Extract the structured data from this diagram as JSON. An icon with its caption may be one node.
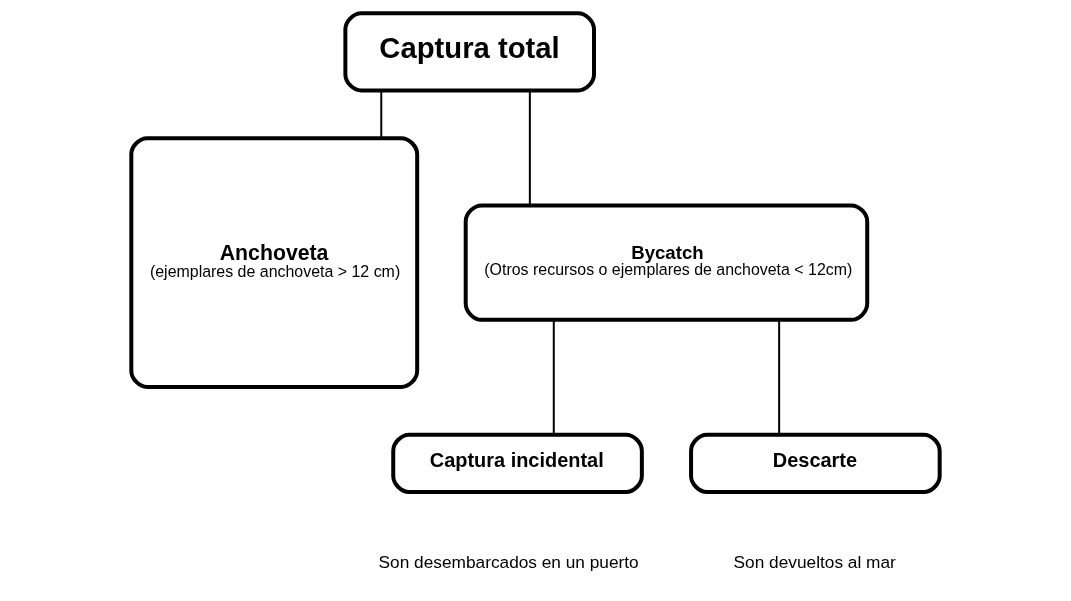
{
  "diagram": {
    "nodes": [
      {
        "text": [
          "Captura total"
        ]
      },
      {
        "text": [
          "Anchoveta",
          "(ejemplares de anchoveta > 12 cm)"
        ]
      },
      {
        "text": [
          "Bycatch",
          "(Otros recursos o ejemplares de anchoveta < 12cm)"
        ]
      },
      {
        "text": [
          "Captura incidental"
        ]
      },
      {
        "text": [
          "Descarte"
        ]
      }
    ],
    "edges": [
      {
        "from": 0,
        "to": 1,
        "arrow": "none"
      },
      {
        "from": 0,
        "to": 2,
        "arrow": "none"
      },
      {
        "from": 2,
        "to": 3,
        "arrow": "none"
      },
      {
        "from": 2,
        "to": 4,
        "arrow": "none"
      }
    ],
    "labels": [
      "Son desembarcados en un puerto",
      "Son devueltos al mar"
    ]
  }
}
